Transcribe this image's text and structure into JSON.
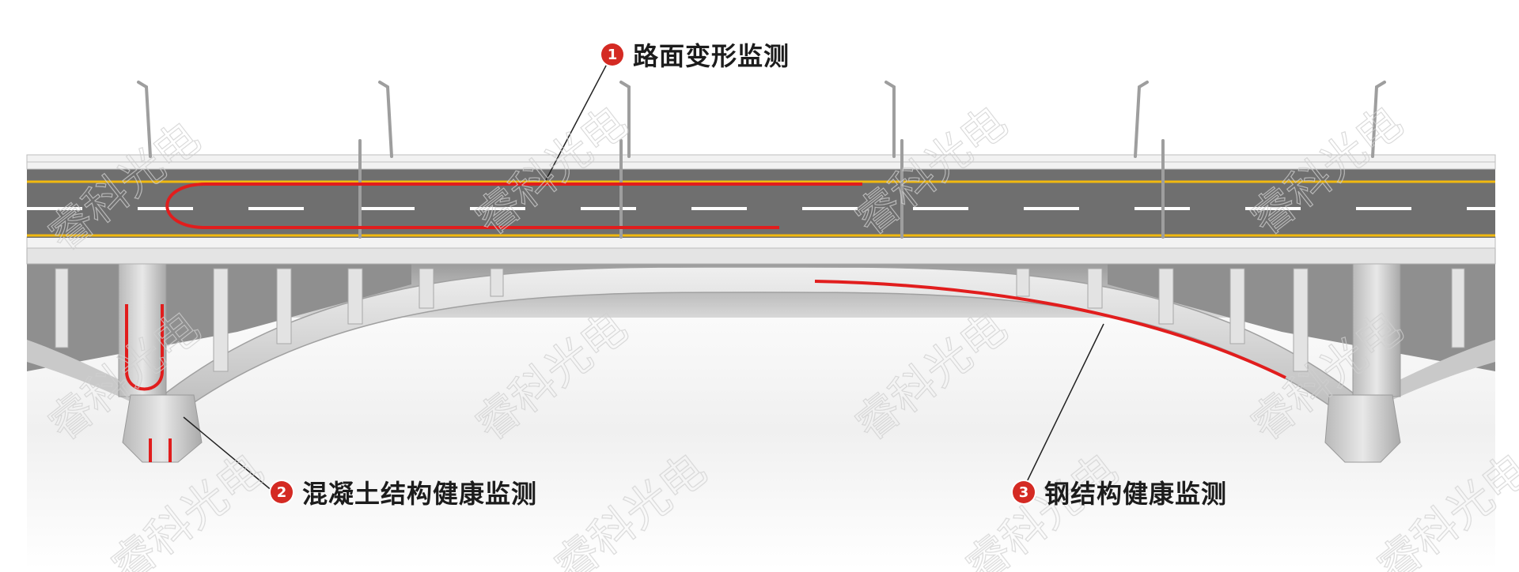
{
  "watermark": "睿科光电",
  "callouts": [
    {
      "number": "1",
      "label": "路面变形监测"
    },
    {
      "number": "2",
      "label": "混凝土结构健康监测"
    },
    {
      "number": "3",
      "label": "钢结构健康监测"
    }
  ],
  "colors": {
    "sensor_line": "#e11d1d",
    "badge": "#d42a23",
    "road": "#6f6f6f",
    "lane_yellow": "#f2b90f",
    "structure": "#d9d9d9"
  }
}
